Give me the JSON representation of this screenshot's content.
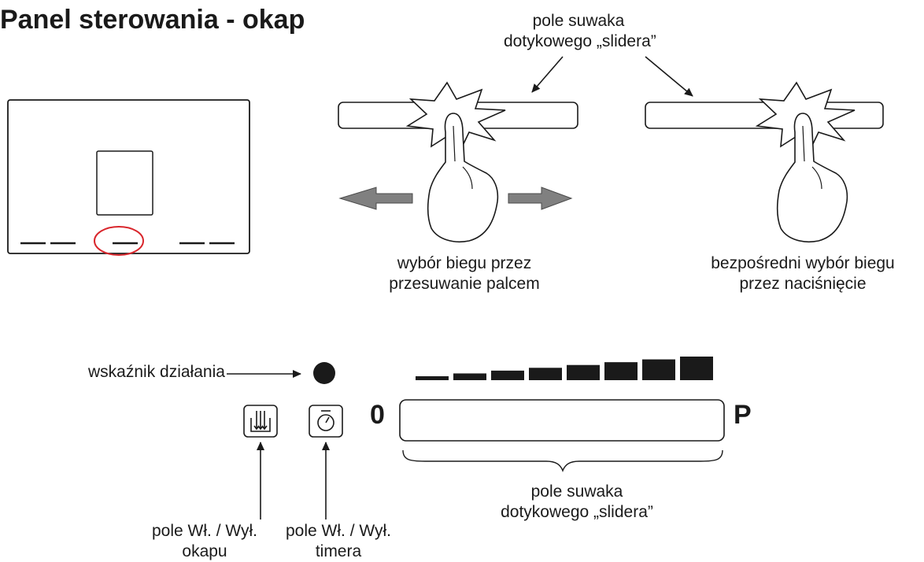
{
  "title": "Panel sterowania - okap",
  "top_label": [
    "pole suwaka",
    "dotykowego „slidera”"
  ],
  "caption_slide": [
    "wybór biegu przez",
    "przesuwanie palcem"
  ],
  "caption_press": [
    "bezpośredni wybór biegu",
    "przez naciśnięcie"
  ],
  "indicator_label": "wskaźnik działania",
  "slider_min": "0",
  "slider_max": "P",
  "slider_label": [
    "pole suwaka",
    "dotykowego „slidera”"
  ],
  "hood_button_label": [
    "pole Wł. / Wył.",
    "okapu"
  ],
  "timer_button_label": [
    "pole Wł. / Wył.",
    "timera"
  ],
  "icons": {
    "hood": "hood-fan-icon",
    "timer": "stopwatch-icon"
  },
  "speed_levels": 8,
  "colors": {
    "line": "#1a1a1a",
    "arrow_fill": "#808080",
    "highlight": "#d9262c"
  }
}
